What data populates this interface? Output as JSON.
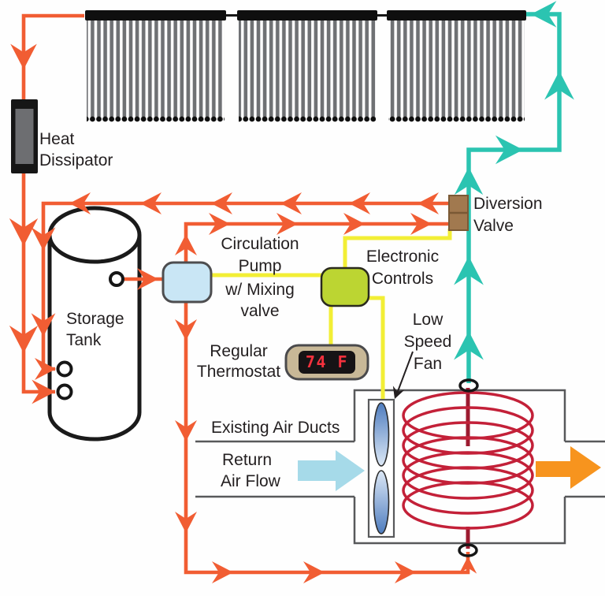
{
  "labels": {
    "heat_dissipator": {
      "lines": [
        "Heat",
        "Dissipator"
      ]
    },
    "storage_tank": {
      "lines": [
        "Storage",
        "Tank"
      ]
    },
    "circulation_pump": {
      "lines": [
        "Circulation",
        "Pump",
        "w/ Mixing",
        "valve"
      ]
    },
    "electronic_controls": {
      "lines": [
        "Electronic",
        "Controls"
      ]
    },
    "diversion_valve": {
      "lines": [
        "Diversion",
        "Valve"
      ]
    },
    "regular_thermostat": {
      "lines": [
        "Regular",
        "Thermostat"
      ]
    },
    "low_speed_fan": {
      "lines": [
        "Low",
        "Speed",
        "Fan"
      ]
    },
    "existing_air_ducts": {
      "lines": [
        "Existing Air Ducts"
      ]
    },
    "return_air_flow": {
      "lines": [
        "Return",
        "Air Flow"
      ]
    }
  },
  "thermostat": {
    "display_reading": "74 F"
  },
  "colors": {
    "pipe_hot": "#F15D33",
    "pipe_cold": "#2BC4B1",
    "wire": "#F2EE35",
    "pump_fill": "#C9E6F5",
    "pump_border": "#4D4D4F",
    "controls_fill": "#BCD532",
    "controls_border": "#2A2A1E",
    "valve_fill": "#A1794F",
    "valve_border": "#7A5935",
    "thermostat_body": "#C8B897",
    "thermostat_screen": "#161315",
    "thermostat_digits": "#F5313D",
    "coil": "#C32038",
    "coil_stub": "#9C1A30",
    "duct": "#58595B",
    "air_in_arrow": "#A6DAE9",
    "air_out_arrow": "#F7941E",
    "ink": "#231F20",
    "panel_dark": "#0F0F0F",
    "tube_gray": "#6F7174",
    "dissipator_inner": "#6D6E71",
    "tank_outline": "#1A1A1A",
    "fan_blade_dark": "#4F7DBF",
    "fan_blade_light": "#DCE8F6"
  }
}
